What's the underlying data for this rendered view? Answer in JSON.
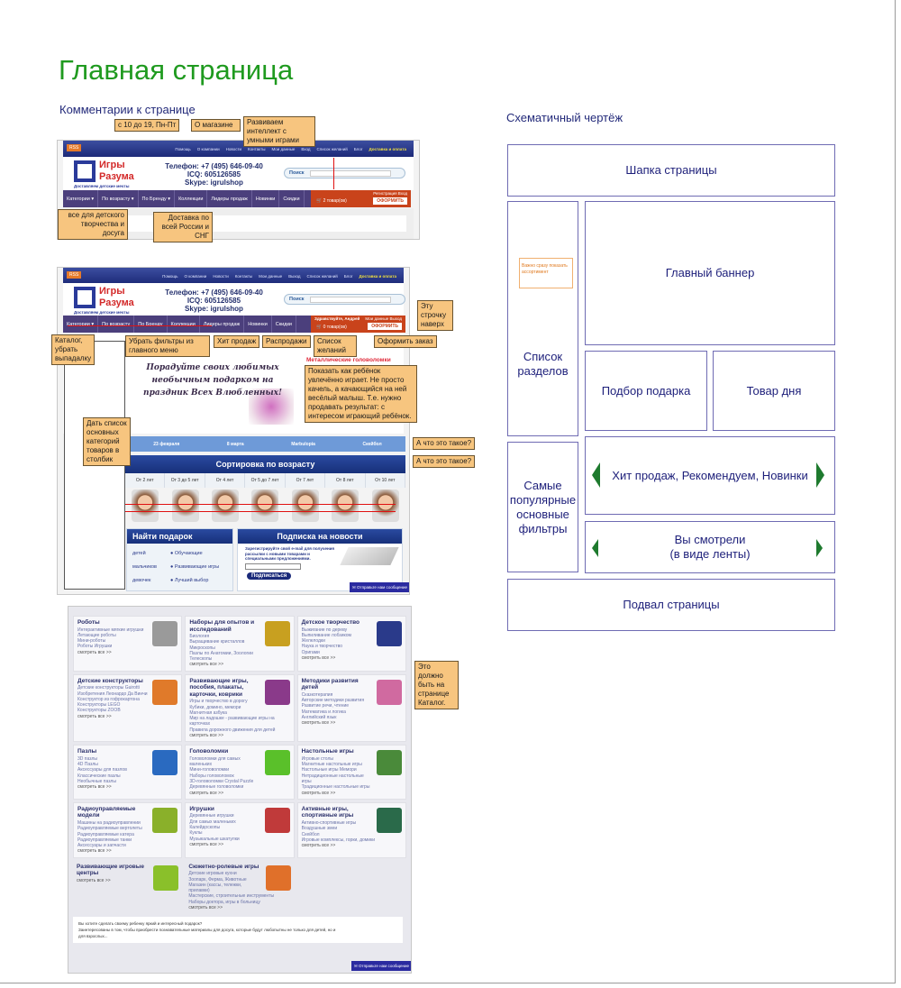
{
  "title": "Главная страница",
  "comments_heading": "Комментарии к странице",
  "schematic_heading": "Схематичный чертёж",
  "site": {
    "rss": "RSS",
    "topnav1": [
      "Помощь",
      "О компании",
      "Новости",
      "Контакты",
      "Мои данные",
      "Вход",
      "Список желаний",
      "Блог",
      "Доставка и оплата"
    ],
    "topnav2": [
      "Помощь",
      "О компании",
      "Новости",
      "Контакты",
      "Мои данные",
      "Выход",
      "Список желаний",
      "Блог",
      "Доставка и оплата"
    ],
    "logo": {
      "line1": "Игры",
      "line2": "Разума",
      "tagline": "Доставляем детские мечты"
    },
    "phone": "Телефон: +7 (495) 646-09-40",
    "icq": "ICQ: 605126585",
    "skype": "Skype: igrulshop",
    "search_label": "Поиск",
    "menu1": [
      "Категории ▾",
      "По возрасту ▾",
      "По Бренду ▾",
      "Коллекции",
      "Лидеры продаж",
      "Новинки",
      "Скидки"
    ],
    "menu2": [
      "Категории ▾",
      "По возрасту",
      "По Бренду",
      "Коллекции",
      "Лидеры продаж",
      "Новинки",
      "Скидки"
    ],
    "cart1": {
      "links": "Регистрация  Вход",
      "count": "2 товар(ов)",
      "checkout": "ОФОРМИТЬ"
    },
    "cart2": {
      "greeting": "Здравствуйте, Андрей",
      "links": "Мои данные  Выход",
      "count": "0 товар(ов)",
      "checkout": "ОФОРМИТЬ"
    },
    "banner_lines": [
      "Порадуйте своих любимых",
      "необычным подарком на",
      "праздник Всех Влюбленных!"
    ],
    "promo_title": "Металлические головоломки",
    "occasions": [
      "23 февраля",
      "8 марта",
      "Marbulopia",
      "Скейбол"
    ],
    "age_heading": "Сортировка по возрасту",
    "ages": [
      "От 2 лет",
      "От 3 до 5 лет",
      "От 4 лет",
      "От 5 до 7 лет",
      "От 7 лет",
      "От 8 лет",
      "От 10 лет"
    ],
    "gift": {
      "heading": "Найти подарок",
      "left": [
        "детей",
        "мальчиков",
        "девочек"
      ],
      "right": [
        "Обучающие",
        "Развивающие игры",
        "Лучший выбор"
      ]
    },
    "subscribe": {
      "heading": "Подписка на новости",
      "text": "Зарегистрируйте свой e-mail для получения рассылки с новыми товарами и специальными предложениями.",
      "button": "Подписаться"
    },
    "chat": "Отправьте нам сообщение",
    "catalog": [
      {
        "title": "Роботы",
        "items": [
          "Интерактивные мягкие игрушки",
          "Летающие роботы",
          "Мини-роботы",
          "Роботы Игрушки"
        ],
        "more": "смотреть все >>",
        "color": "#9a9a9a"
      },
      {
        "title": "Наборы для опытов и исследований",
        "items": [
          "Биология",
          "Выращивание кристаллов",
          "Микроскопы",
          "Пазлы по Анатомии, Зоологии",
          "Телескопы"
        ],
        "more": "смотреть все >>",
        "color": "#c8a020"
      },
      {
        "title": "Детское творчество",
        "items": [
          "Выжигание по дереву",
          "Выпиливание лобзиком",
          "Желелодки",
          "Наука и творчество",
          "Оригами"
        ],
        "more": "смотреть все >>",
        "color": "#2a3a8a"
      },
      {
        "title": "Детские конструкторы",
        "items": [
          "Детские конструкторы Guirotti",
          "Изобретения Леонардо Да Винчи",
          "Конструктор из гофрокартона",
          "Конструкторы LEGO",
          "Конструкторы ZOOB"
        ],
        "more": "смотреть все >>",
        "color": "#e07a2a"
      },
      {
        "title": "Развивающие игры, пособия, плакаты, карточки, коврики",
        "items": [
          "Игры и творчество в дорогу",
          "Кубики, домино, мемори",
          "Магнитная азбука",
          "Мир на ладошке - развивающие игры на карточках",
          "Правила дорожного движения для детей"
        ],
        "more": "смотреть все >>",
        "color": "#8a3a8a"
      },
      {
        "title": "Методики развития детей",
        "items": [
          "Сказкотерапия",
          "Авторские методики развития",
          "Развитие речи, чтение",
          "Математика и логика",
          "Английский язык"
        ],
        "more": "смотреть все >>",
        "color": "#d06aa0"
      },
      {
        "title": "Пазлы",
        "items": [
          "3D пазлы",
          "4D Пазлы",
          "Аксессуары для пазлов",
          "Классические пазлы",
          "Необычные пазлы"
        ],
        "more": "смотреть все >>",
        "color": "#2a6ac0"
      },
      {
        "title": "Головоломки",
        "items": [
          "Головоломки для самых маленьких",
          "Мини-головоломки",
          "Наборы головоломок",
          "3D-головоломки Crystal Puzzle",
          "Деревянные головоломки"
        ],
        "more": "смотреть все >>",
        "color": "#5ac02a"
      },
      {
        "title": "Настольные игры",
        "items": [
          "Игровые столы",
          "Магнитные настольные игры",
          "Настольные игры Мемори",
          "Нетрадиционные настольные игры",
          "Традиционные настольные игры"
        ],
        "more": "смотреть все >>",
        "color": "#4a8a3a"
      },
      {
        "title": "Радиоуправляемые модели",
        "items": [
          "Машины на радиоуправлении",
          "Радиоуправляемые вертолеты",
          "Радиоуправляемые катера",
          "Радиоуправляемые танки",
          "Аксессуары и запчасти"
        ],
        "more": "смотреть все >>",
        "color": "#8ab02a"
      },
      {
        "title": "Игрушки",
        "items": [
          "Деревянные игрушки",
          "Для самых маленьких",
          "Калейдоскопы",
          "Куклы",
          "Музыкальные шкатулки"
        ],
        "more": "смотреть все >>",
        "color": "#c03a3a"
      },
      {
        "title": "Активные игры, спортивные игры",
        "items": [
          "Активно-спортивные игры",
          "Воздушные змеи",
          "Скейбол",
          "Игровые комплексы, горки, домики"
        ],
        "more": "смотреть все >>",
        "color": "#2a6a4a"
      },
      {
        "title": "Развивающие игровые центры",
        "items": [],
        "more": "смотреть все >>",
        "color": "#8ac02a"
      },
      {
        "title": "Сюжетно-ролевые игры",
        "items": [
          "Детские игровые кухни",
          "Зоопарк, Ферма, Животные",
          "Магазин (кассы, тележки, прилавки)",
          "Мастерские, строительные инструменты",
          "Наборы доктора, игры в больницу"
        ],
        "more": "смотреть все >>",
        "color": "#e0702a"
      }
    ],
    "bottom_text": [
      "Вы хотите сделать своему ребенку яркий и интересный подарок?",
      "Заинтересованы в том, чтобы приобрести познавательные материалы для досуга, которые будут любопытны не только для детей, но и для взрослых..."
    ]
  },
  "callouts": {
    "hours": "с 10 до 19, Пн-Пт",
    "about": "О магазине",
    "slogan": "Развиваем интеллект с умными играми",
    "categories": "все для детского творчества и досуга",
    "delivery": "Доставка по всей России и СНГ",
    "move_up": "Эту строчку наверх",
    "catalog": "Каталог, убрать выпадалку",
    "filters": "Убрать фильтры из главного меню",
    "hits": "Хит продаж",
    "sales": "Распродажи",
    "wishlist": "Список желаний",
    "checkout": "Оформить заказ",
    "banner_note": "Показать как ребёнок увлечённо играет. Не просто качель, а качающийся на ней весёлый малыш. Т.е. нужно продавать результат: с интересом играющий ребёнок.",
    "column": "Дать список основных категорий товаров в столбик",
    "what1": "А что это такое?",
    "what2": "А что это такое?",
    "catalog_page": "Это должно быть на странице Каталог."
  },
  "schematic": {
    "header": "Шапка страницы",
    "sections": "Список разделов",
    "note": "Важно сразу показать ассортимент",
    "banner": "Главный баннер",
    "gift": "Подбор подарка",
    "deal": "Товар дня",
    "filters": "Самые популярные основные фильтры",
    "carousel": "Хит продаж, Рекомендуем, Новинки",
    "viewed": "Вы смотрели\n(в виде ленты)",
    "footer": "Подвал страницы",
    "border_color": "#6f6bb3",
    "arrow_color": "#1e7a2e"
  }
}
